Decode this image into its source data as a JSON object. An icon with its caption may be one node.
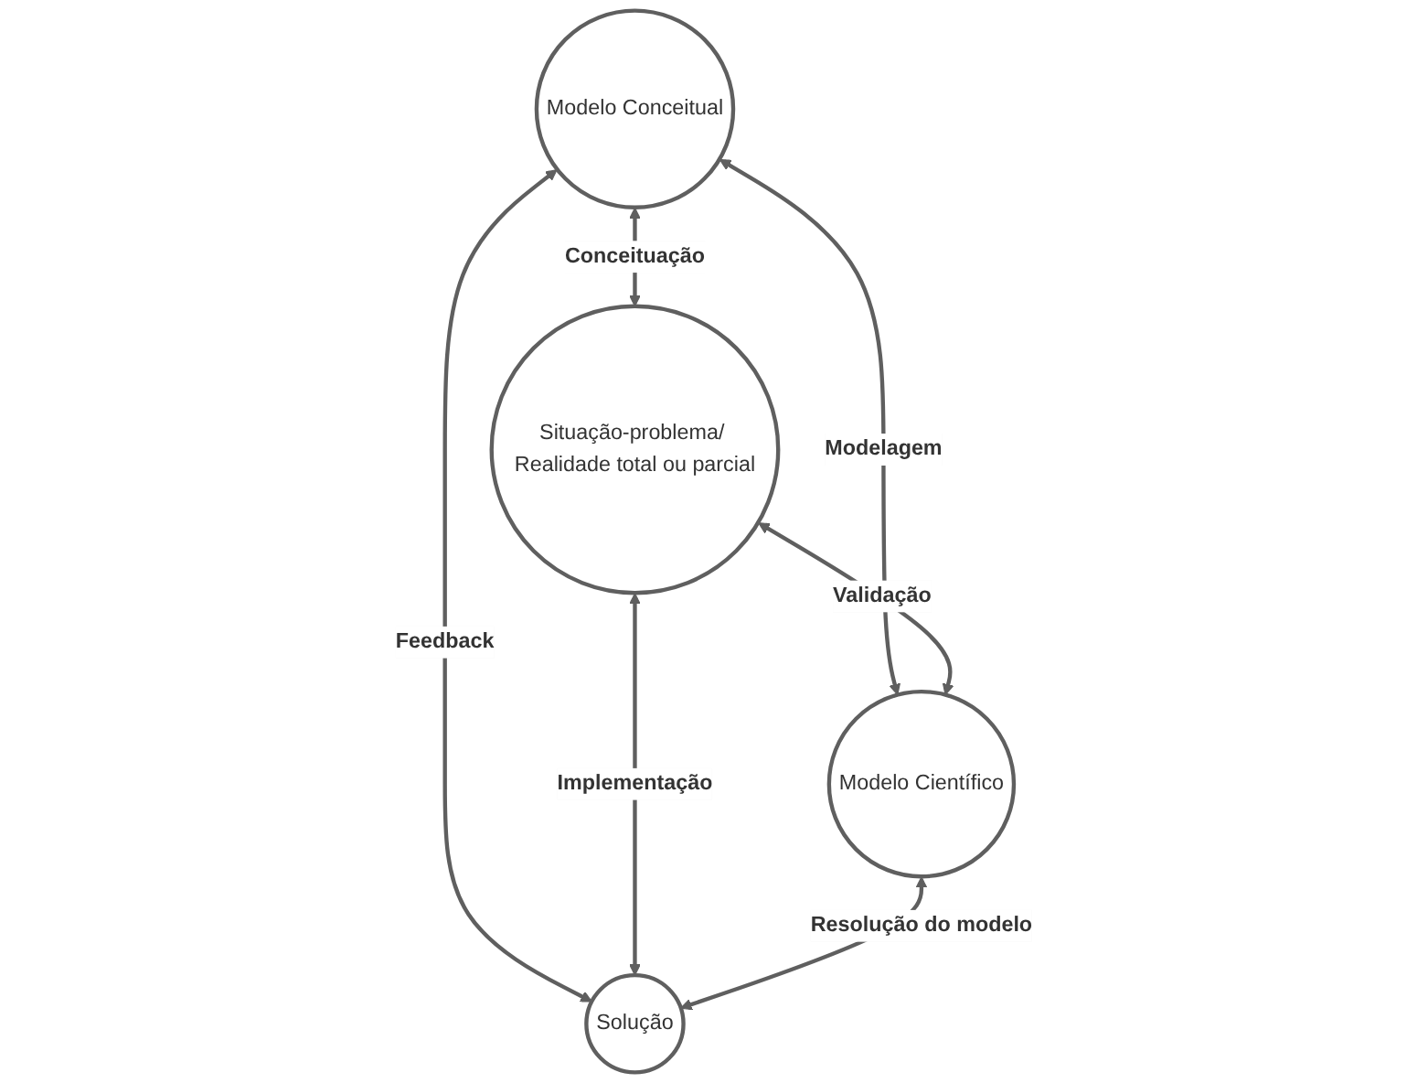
{
  "diagram": {
    "nodes": [
      {
        "text": [
          "Modelo Conceitual"
        ]
      },
      {
        "text": [
          "Situação-problema/ Realidade total ou parcial"
        ]
      },
      {
        "text": [
          "Modelo Científico"
        ]
      },
      {
        "text": [
          "Solução"
        ]
      }
    ],
    "edges": [
      {
        "from": 0,
        "to": 1,
        "arrow": "both",
        "label": "Conceituação"
      },
      {
        "from": 0,
        "to": 2,
        "arrow": "both",
        "label": "Modelagem"
      },
      {
        "from": 0,
        "to": 3,
        "arrow": "both",
        "label": "Feedback"
      },
      {
        "from": 1,
        "to": 2,
        "arrow": "both",
        "label": "Validação"
      },
      {
        "from": 1,
        "to": 3,
        "arrow": "both",
        "label": "Implementação"
      },
      {
        "from": 2,
        "to": 3,
        "arrow": "both",
        "label": "Resolução do modelo"
      }
    ]
  }
}
